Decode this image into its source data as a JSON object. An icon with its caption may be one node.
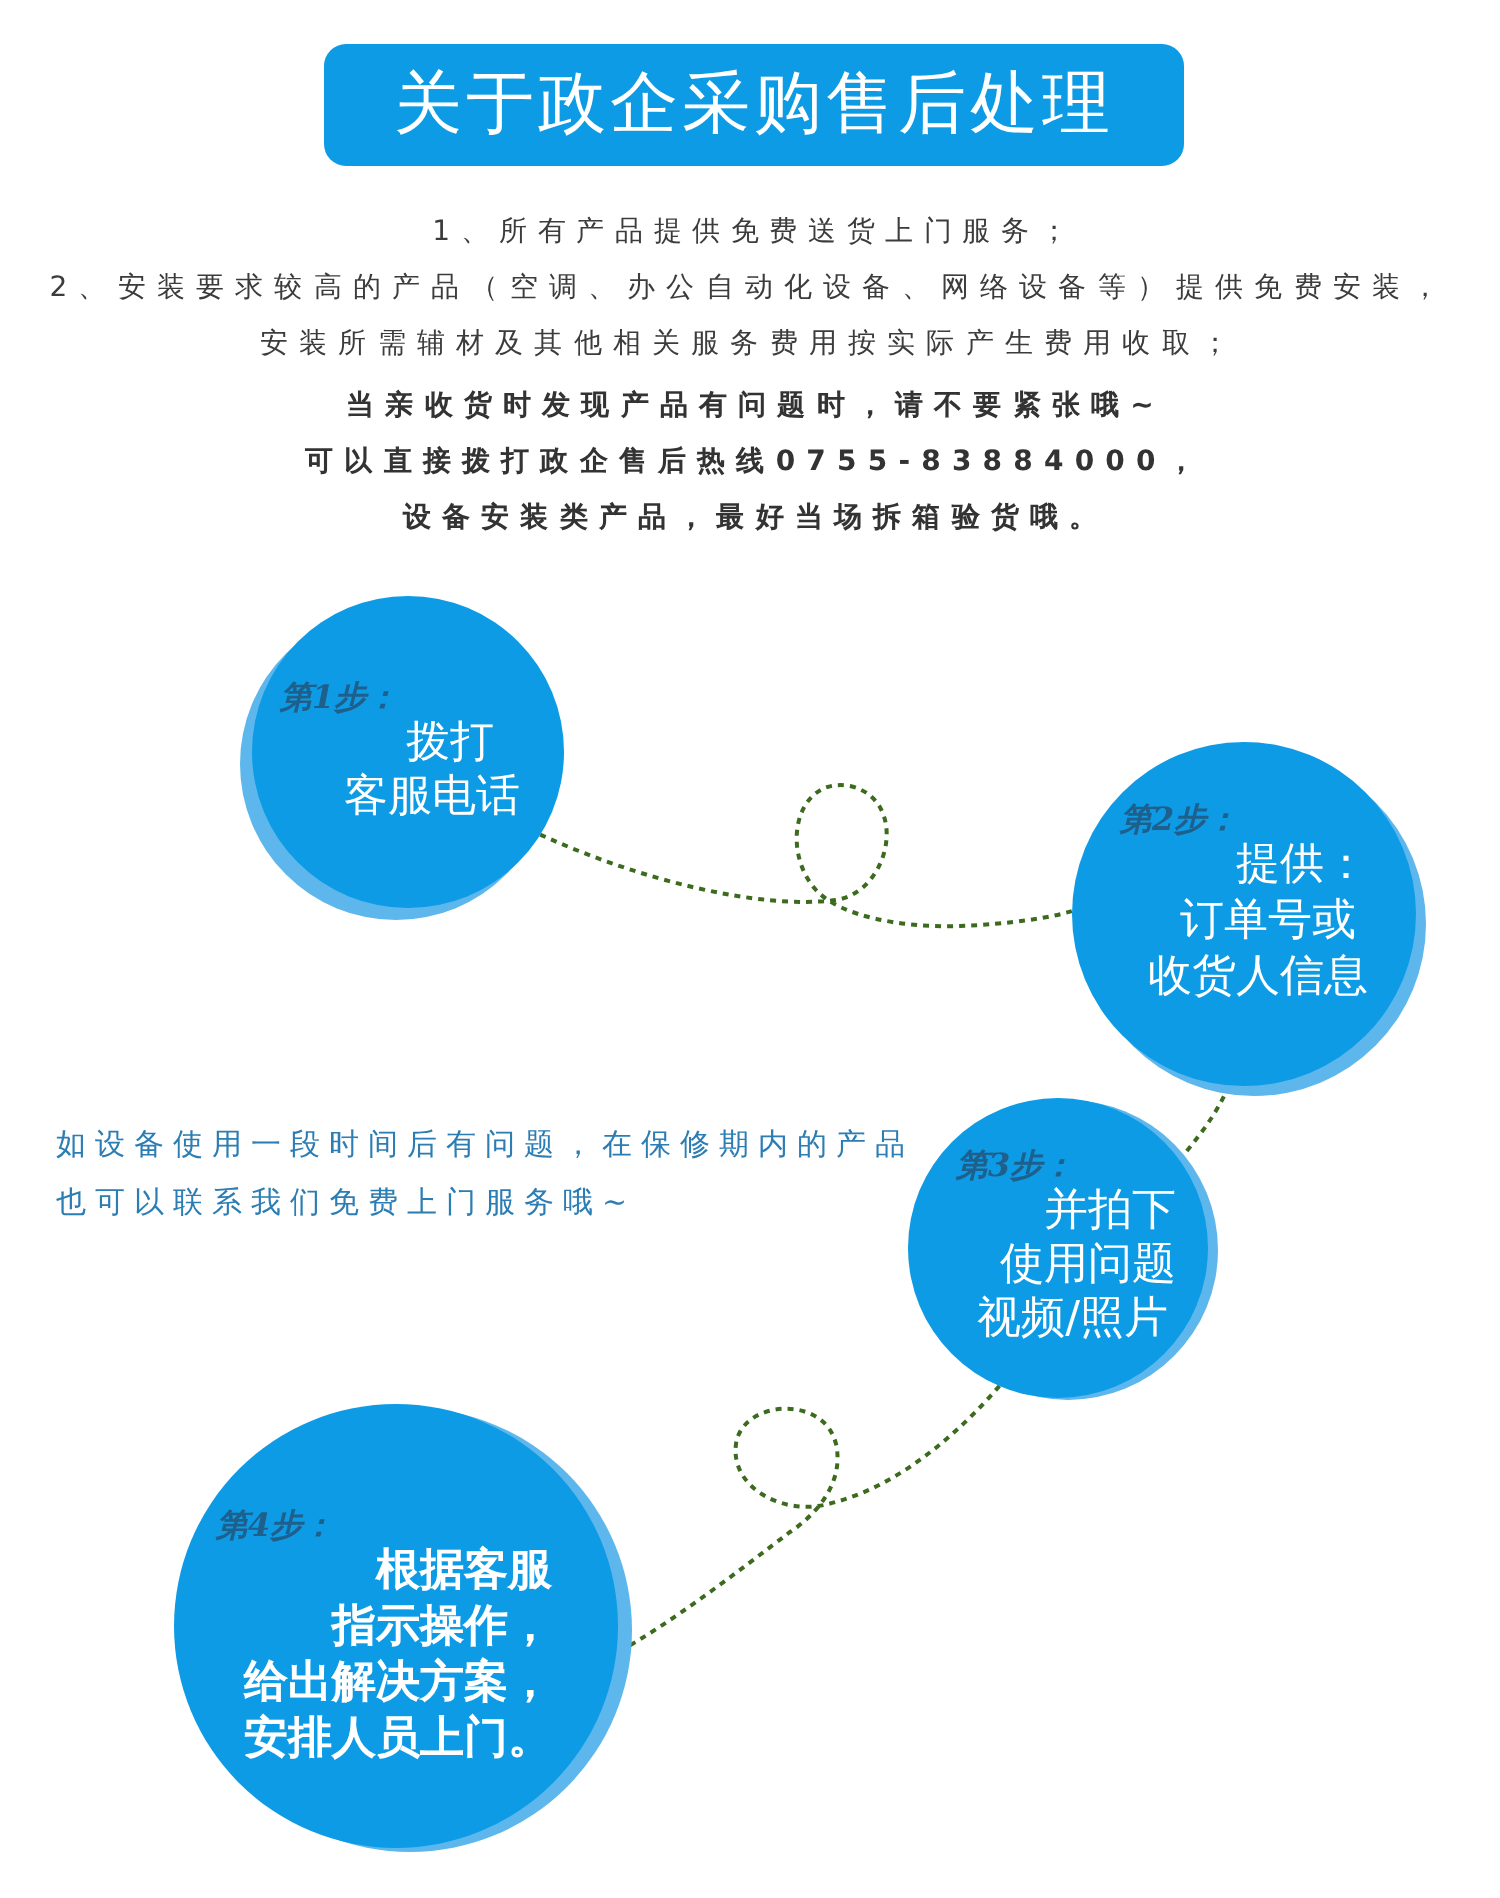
{
  "diagram": {
    "title": "关于政企采购售后处理",
    "nodes": [
      {
        "text": [
          "第1步：",
          "拨打客服电话"
        ]
      },
      {
        "text": [
          "第2步：",
          "提供：订单号或收货人信息"
        ]
      },
      {
        "text": [
          "第3步：",
          "并拍下使用问题视频/照片"
        ]
      },
      {
        "text": [
          "第4步：",
          "根据客服指示操作，给出解决方案，安排人员上门。"
        ]
      }
    ],
    "edges": [
      {
        "from": 0,
        "to": 1,
        "arrow": "none",
        "style": "dashed"
      },
      {
        "from": 1,
        "to": 2,
        "arrow": "none",
        "style": "dashed"
      },
      {
        "from": 2,
        "to": 3,
        "arrow": "none",
        "style": "dashed"
      }
    ],
    "labels": [
      "1、所有产品提供免费送货上门服务；",
      "2、安装要求较高的产品（空调、办公自动化设备、网络设备等）提供免费安装，安装所需辅材及其他相关服务费用按实际产生费用收取；",
      "当亲收货时发现产品有问题时，请不要紧张哦~",
      "可以直接拨打政企售后热线0755-83884000，",
      "设备安装类产品，最好当场拆箱验货哦。",
      "如设备使用一段时间后有问题，在保修期内的产品也可以联系我们免费上门服务哦~"
    ]
  }
}
